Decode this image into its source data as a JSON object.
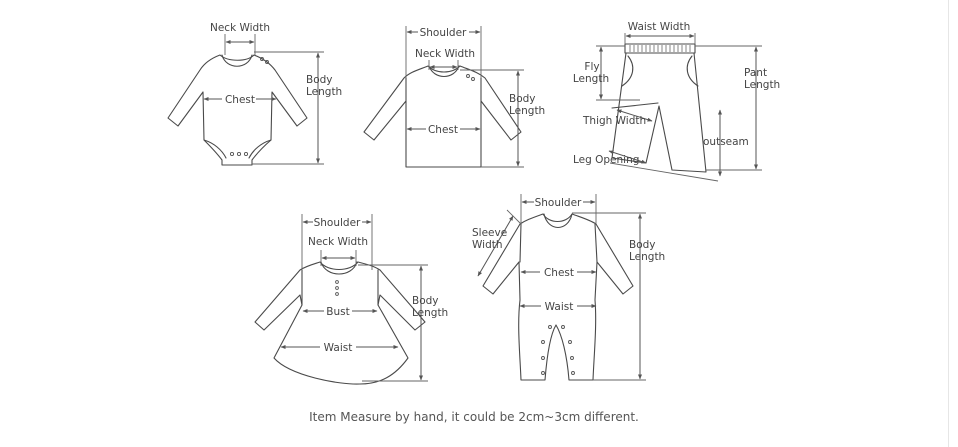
{
  "caption": "Item Measure by hand, it could be 2cm~3cm different.",
  "diagrams": {
    "bodysuit": {
      "neck_width": "Neck Width",
      "chest": "Chest",
      "body_length": [
        "Body",
        "Length"
      ]
    },
    "shirt": {
      "shoulder": "Shoulder",
      "neck_width": "Neck Width",
      "chest": "Chest",
      "body_length": [
        "Body",
        "Length"
      ]
    },
    "pants": {
      "waist_width": "Waist Width",
      "fly_length": [
        "Fly",
        "Length"
      ],
      "pant_length": [
        "Pant",
        "Length"
      ],
      "thigh_width": "Thigh Width",
      "outseam": "outseam",
      "leg_opening": "Leg Opening"
    },
    "dress": {
      "shoulder": "Shoulder",
      "neck_width": "Neck Width",
      "bust": "Bust",
      "waist": "Waist",
      "body_length": [
        "Body",
        "Length"
      ]
    },
    "romper": {
      "shoulder": "Shoulder",
      "sleeve_width": [
        "Sleeve",
        "Width"
      ],
      "chest": "Chest",
      "waist": "Waist",
      "body_length": [
        "Body",
        "Length"
      ]
    }
  }
}
